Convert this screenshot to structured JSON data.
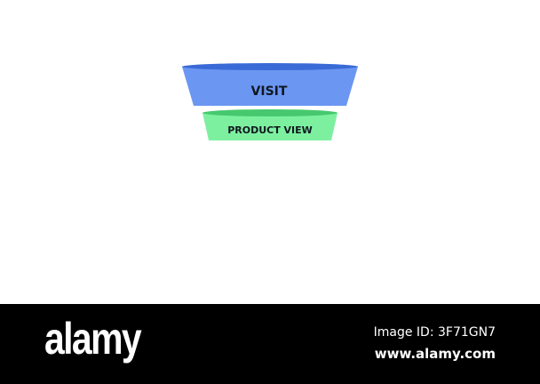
{
  "funnel": {
    "stages": [
      {
        "label": "VISIT",
        "color": "#6b96f2",
        "rim_color": "#3a6ad6"
      },
      {
        "label": "PRODUCT VIEW",
        "color": "#7df0a0",
        "rim_color": "#46c96e"
      }
    ]
  },
  "watermark": {
    "brand": "alamy",
    "image_id": "Image ID: 3F71GN7",
    "url": "www.alamy.com",
    "bar_color": "#000000",
    "text_color": "#ffffff"
  }
}
